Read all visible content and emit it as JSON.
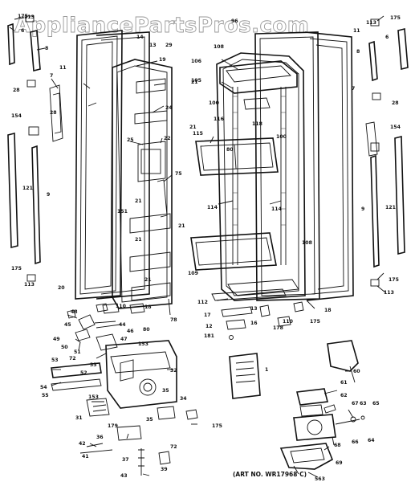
{
  "watermark": "AppliancePartsPros.com",
  "art_number": "(ART NO. WR17968 C)",
  "callouts": {
    "c175a": "175",
    "c113a": "113",
    "c6a": "6",
    "c8a": "8",
    "c14": "14",
    "c13a": "13",
    "c29": "29",
    "c175b": "175",
    "c113b": "113",
    "c6b": "6",
    "c8b": "8",
    "c11a": "11",
    "c7a": "7",
    "c28a": "28",
    "c28b": "28",
    "c154a": "154",
    "c121a": "121",
    "c9a": "9",
    "c175c": "175",
    "c113c": "113",
    "c19": "19",
    "c21a": "21",
    "c24": "24",
    "c25": "25",
    "c21b": "21",
    "c22": "22",
    "c75": "75",
    "c21c": "21",
    "c151": "151",
    "c21d": "21",
    "c21e": "21",
    "c21f": "21",
    "c78": "78",
    "c18a": "18",
    "c108a": "108",
    "c106": "106",
    "c105": "105",
    "c100a": "100",
    "c116": "116",
    "c118": "118",
    "c115": "115",
    "c80": "80",
    "c100b": "100",
    "c114a": "114",
    "c114b": "114",
    "c108b": "108",
    "c109": "109",
    "c112": "112",
    "c18b": "18",
    "c96": "96",
    "c11b": "11",
    "c7b": "7",
    "c28c": "28",
    "c154b": "154",
    "c121b": "121",
    "c9b": "9",
    "c175d": "175",
    "c113d": "113",
    "c20": "20",
    "c48": "48",
    "c110a": "110",
    "c45": "45",
    "c44": "44",
    "c49": "49",
    "c50": "50",
    "c51": "51",
    "c46": "46",
    "c47": "47",
    "c153a": "153",
    "c80b": "80",
    "c72a": "72",
    "c33": "33",
    "c32": "32",
    "c52": "52",
    "c53": "53",
    "c54": "54",
    "c55": "55",
    "c153b": "153",
    "c31": "31",
    "c35": "35",
    "c34": "34",
    "c35b": "35",
    "c179": "179",
    "c36": "36",
    "c42": "42",
    "c41": "41",
    "c37": "37",
    "c43": "43",
    "c39": "39",
    "c72b": "72",
    "c175e": "175",
    "c17": "17",
    "c13b": "13",
    "c12": "12",
    "c16": "16",
    "c181": "181",
    "c178a": "178",
    "c110b": "110",
    "c175f": "175",
    "c1": "1",
    "c61": "61",
    "c60": "60",
    "c62": "62",
    "c67": "67",
    "c63": "63",
    "c65": "65",
    "c66": "66",
    "c64": "64",
    "c68": "68",
    "c69": "69",
    "c563": "563"
  }
}
